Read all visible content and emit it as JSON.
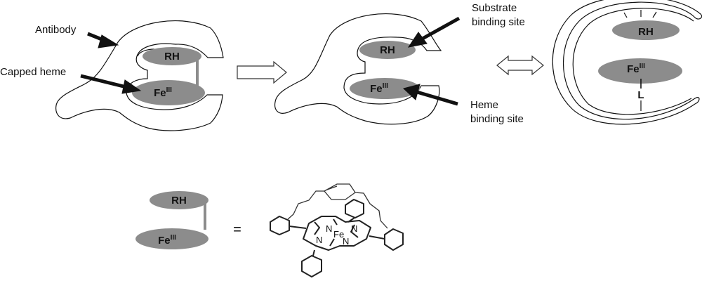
{
  "labels": {
    "antibody": "Antibody",
    "capped_heme": "Capped heme",
    "substrate_line1": "Substrate",
    "substrate_line2": "binding site",
    "heme_line1": "Heme",
    "heme_line2": "binding site"
  },
  "disks": {
    "rh": "RH",
    "fe": "Fe",
    "fe_ox": "III",
    "ligand": "L"
  },
  "equation": {
    "equals": "=",
    "fe_atom": "Fe",
    "n_atom": "N"
  },
  "colors": {
    "disk": "#8c8c8c",
    "line": "#111111"
  }
}
